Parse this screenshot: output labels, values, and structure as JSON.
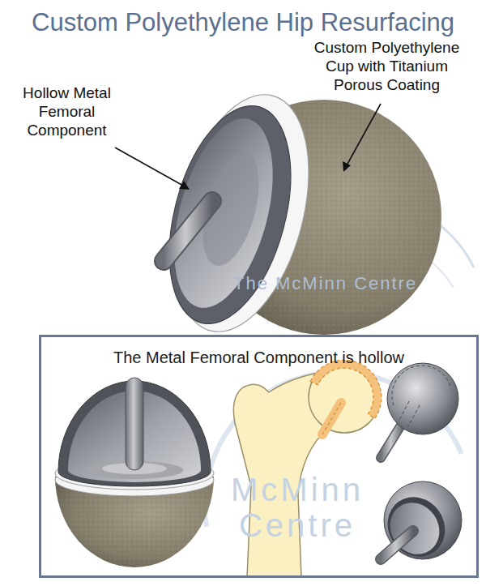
{
  "diagram": {
    "title": "Custom Polyethylene Hip Resurfacing",
    "nodes": [
      {
        "text": [
          "The Metal Femoral Component is hollow"
        ]
      }
    ],
    "labels": [
      "Hollow Metal Femoral Component",
      "Custom Polyethylene Cup with Titanium Porous Coating",
      "The McMinn Centre",
      "McMinn Centre"
    ]
  }
}
